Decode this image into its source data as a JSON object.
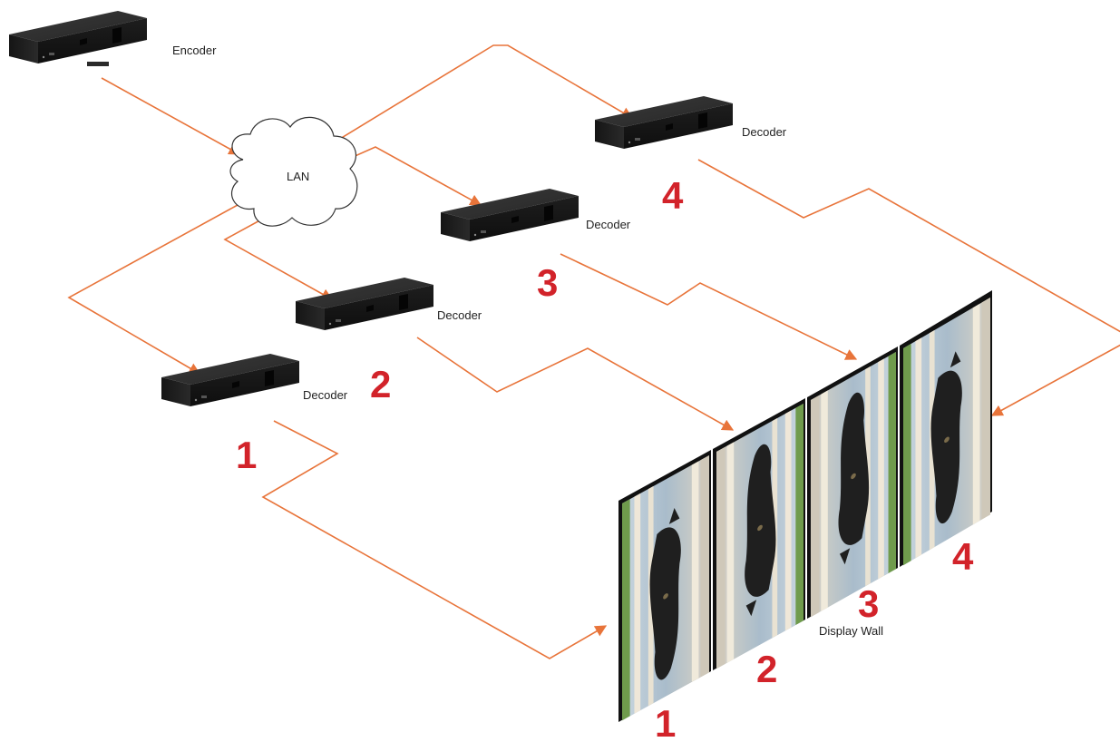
{
  "labels": {
    "encoder": "Encoder",
    "lan": "LAN",
    "decoder_1": "Decoder",
    "decoder_2": "Decoder",
    "decoder_3": "Decoder",
    "decoder_4": "Decoder",
    "display_wall": "Display Wall"
  },
  "decoder_numbers": [
    "1",
    "2",
    "3",
    "4"
  ],
  "display_numbers": [
    "1",
    "2",
    "3",
    "4"
  ],
  "colors": {
    "wire": "#e8743a",
    "number": "#d2232a",
    "device": "#1c1c1c"
  }
}
